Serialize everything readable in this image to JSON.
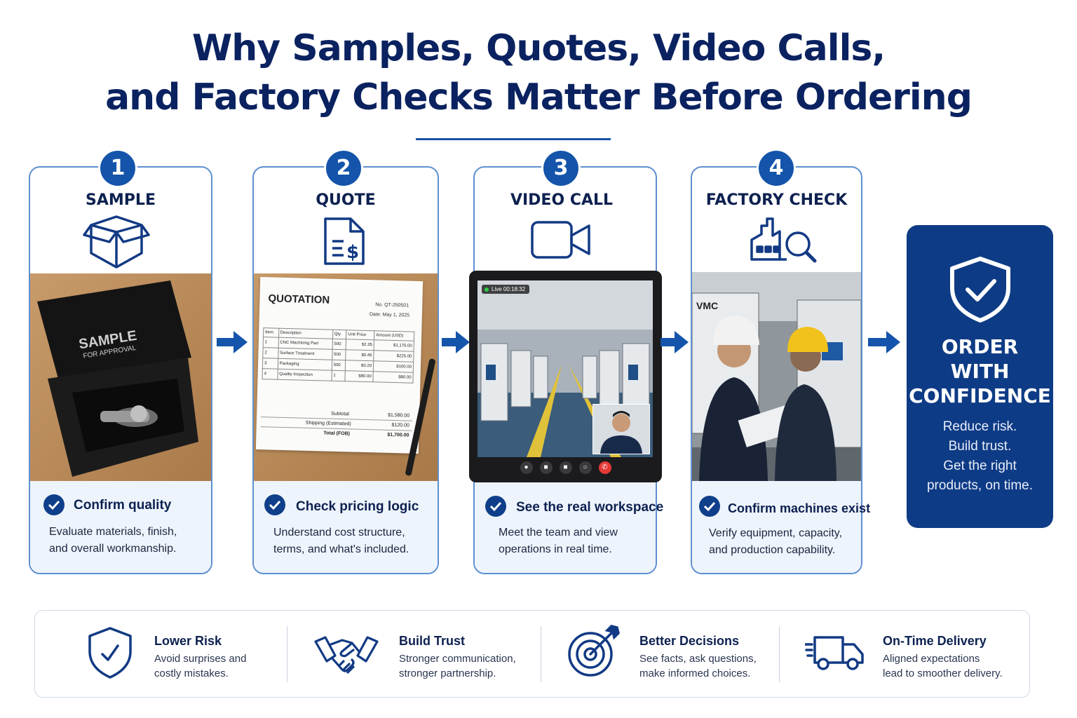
{
  "title": {
    "line1": "Why Samples, Quotes, Video Calls,",
    "line2": "and Factory Checks Matter Before Ordering"
  },
  "steps": [
    {
      "number": "1",
      "title": "SAMPLE",
      "icon": "open-box-icon",
      "heading": "Confirm quality",
      "desc1": "Evaluate materials, finish,",
      "desc2": "and overall workmanship."
    },
    {
      "number": "2",
      "title": "QUOTE",
      "icon": "quote-document-icon",
      "heading": "Check pricing logic",
      "desc1": "Understand cost structure,",
      "desc2": "terms, and what's included."
    },
    {
      "number": "3",
      "title": "VIDEO CALL",
      "icon": "video-camera-icon",
      "heading": "See the real workspace",
      "desc1": "Meet the team and view",
      "desc2": "operations in real time."
    },
    {
      "number": "4",
      "title": "FACTORY CHECK",
      "icon": "factory-search-icon",
      "heading": "Confirm machines exist",
      "desc1": "Verify equipment, capacity,",
      "desc2": "and production capability."
    }
  ],
  "sample_photo": {
    "box_line1": "SAMPLE",
    "box_line2": "FOR APPROVAL"
  },
  "quotation": {
    "title": "QUOTATION",
    "number": "No. QT-250501",
    "date": "Date: May 1, 2025",
    "columns": [
      "Item",
      "Description",
      "Qty",
      "Unit Price",
      "Amount (USD)"
    ],
    "rows": [
      [
        "1",
        "CNC Machining Part",
        "500",
        "$2.35",
        "$1,175.00"
      ],
      [
        "2",
        "Surface Treatment",
        "500",
        "$0.45",
        "$225.00"
      ],
      [
        "3",
        "Packaging",
        "500",
        "$0.20",
        "$100.00"
      ],
      [
        "4",
        "Quality Inspection",
        "1",
        "$80.00",
        "$80.00"
      ]
    ],
    "subtotal_label": "Subtotal",
    "subtotal": "$1,580.00",
    "shipping_label": "Shipping (Estimated)",
    "shipping": "$120.00",
    "total_label": "Total (FOB)",
    "total": "$1,700.00"
  },
  "video_call": {
    "live_label": "Live 00:18:32"
  },
  "factory_photo": {
    "machine_label": "VMC"
  },
  "final": {
    "title_line1": "ORDER",
    "title_line2": "WITH",
    "title_line3": "CONFIDENCE",
    "sub1": "Reduce risk.",
    "sub2": "Build trust.",
    "sub3": "Get the right",
    "sub4": "products, on time."
  },
  "benefits": [
    {
      "icon": "shield-check-icon",
      "title": "Lower Risk",
      "desc1": "Avoid surprises and",
      "desc2": "costly mistakes."
    },
    {
      "icon": "handshake-icon",
      "title": "Build Trust",
      "desc1": "Stronger communication,",
      "desc2": "stronger partnership."
    },
    {
      "icon": "target-icon",
      "title": "Better Decisions",
      "desc1": "See facts, ask questions,",
      "desc2": "make informed choices."
    },
    {
      "icon": "delivery-truck-icon",
      "title": "On-Time Delivery",
      "desc1": "Aligned expectations",
      "desc2": "lead to smoother delivery."
    }
  ],
  "colors": {
    "primary": "#0e3b85",
    "accent": "#1454aa",
    "card_border": "#5f8fd0"
  }
}
